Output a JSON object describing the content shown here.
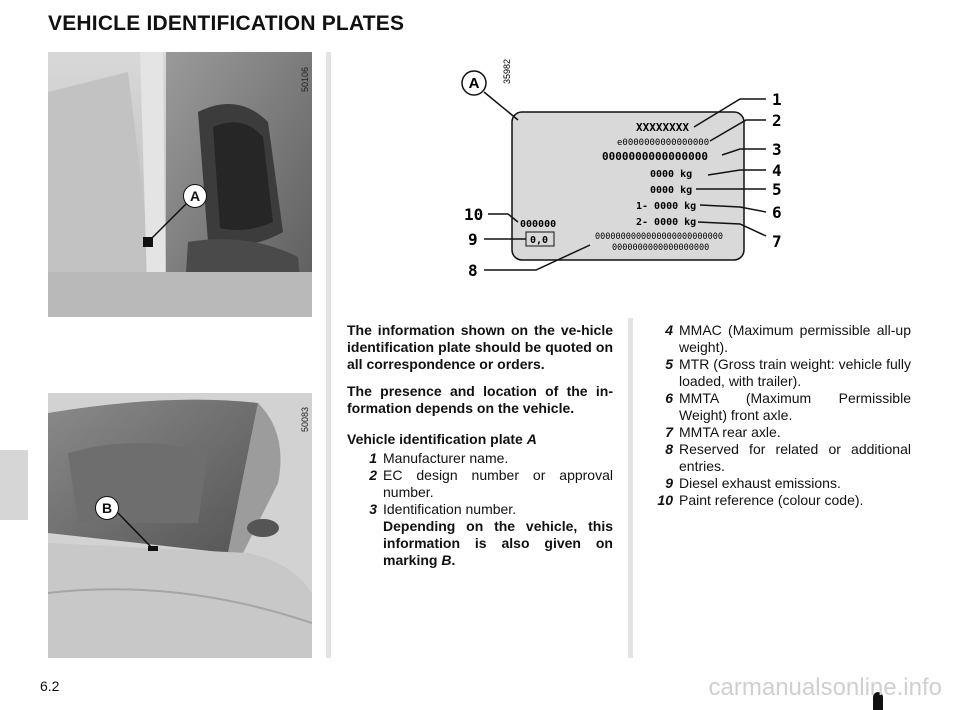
{
  "page": {
    "title": "VEHICLE IDENTIFICATION PLATES",
    "page_number": "6.2",
    "watermark": "carmanualsonline.info"
  },
  "photos": {
    "door_photo": {
      "ref_code": "50106",
      "marker": "A"
    },
    "windscreen_photo": {
      "ref_code": "50083",
      "marker": "B"
    }
  },
  "plate": {
    "ref_code": "35982",
    "marker": "A",
    "lines": {
      "manufacturer": "XXXXXXXX",
      "approval": "e0000000000000000",
      "vin": "0000000000000000",
      "mmac": "0000 kg",
      "mtr": "0000 kg",
      "front_axle": "1- 0000 kg",
      "rear_axle": "2- 0000 kg",
      "paint": "000000",
      "emissions": "0,0",
      "extra_1": "0000000000000000000000000",
      "extra_2": "0000000000000000000"
    },
    "callouts": [
      "1",
      "2",
      "3",
      "4",
      "5",
      "6",
      "7",
      "8",
      "9",
      "10"
    ]
  },
  "text": {
    "intro_1": "The information shown on the ve-hicle identification plate should be quoted on all correspondence or orders.",
    "intro_2": "The presence and location of the in-formation depends on the vehicle.",
    "plate_heading": "Vehicle identification plate ",
    "plate_heading_ref": "A",
    "items_left": [
      {
        "num": "1",
        "label": "Manufacturer name."
      },
      {
        "num": "2",
        "label": "EC design number or approval number."
      },
      {
        "num": "3",
        "label": "Identification number."
      }
    ],
    "note": "Depending on the vehicle, this information is also given on marking ",
    "note_ref": "B",
    "note_end": ".",
    "items_right": [
      {
        "num": "4",
        "label": "MMAC (Maximum permissible all-up weight)."
      },
      {
        "num": "5",
        "label": "MTR (Gross train weight: vehicle fully loaded, with trailer)."
      },
      {
        "num": "6",
        "label": "MMTA (Maximum Permissible Weight) front axle."
      },
      {
        "num": "7",
        "label": "MMTA rear axle."
      },
      {
        "num": "8",
        "label": "Reserved for related or additional entries."
      },
      {
        "num": "9",
        "label": "Diesel exhaust emissions."
      },
      {
        "num": "10",
        "label": "Paint reference (colour code)."
      }
    ]
  }
}
